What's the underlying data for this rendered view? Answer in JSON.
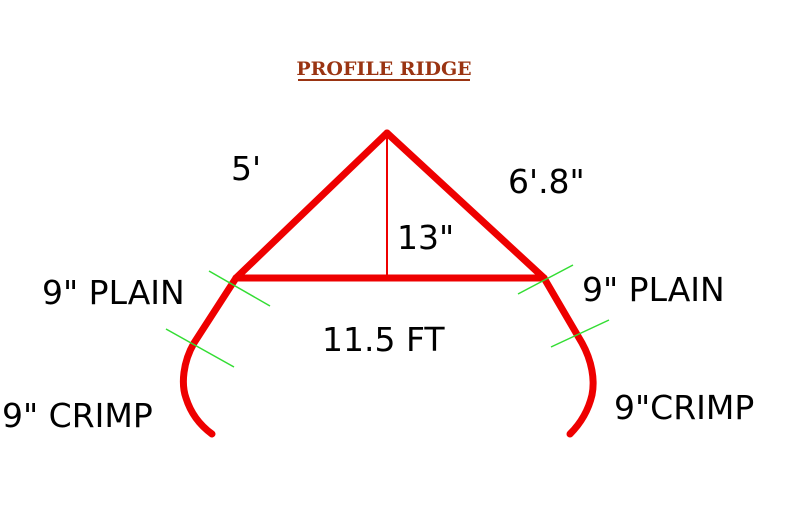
{
  "title": "PROFILE RIDGE",
  "labels": {
    "left_slope": "5'",
    "right_slope": "6'.8\"",
    "rise": "13\"",
    "span": "11.5 FT",
    "left_plain": "9\" PLAIN",
    "right_plain": "9\" PLAIN",
    "left_crimp": "9\" CRIMP",
    "right_crimp": "9\"CRIMP"
  },
  "colors": {
    "title": "#9a3412",
    "outline": "#ee0000",
    "marks": "#33dd33",
    "text": "#000000"
  }
}
